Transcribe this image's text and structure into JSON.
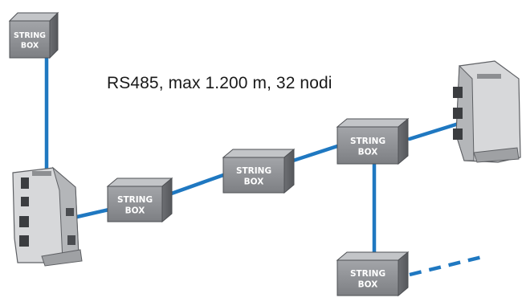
{
  "caption": "RS485, max 1.200 m, 32 nodi",
  "box_label_line1": "STRING",
  "box_label_line2": "BOX",
  "colors": {
    "bus": "#1f78c1",
    "box_front": "#8e9094",
    "box_top": "#c3c5c8",
    "box_side": "#66686c",
    "device": "#d7d8da",
    "device_shadow": "#8d8f92"
  }
}
